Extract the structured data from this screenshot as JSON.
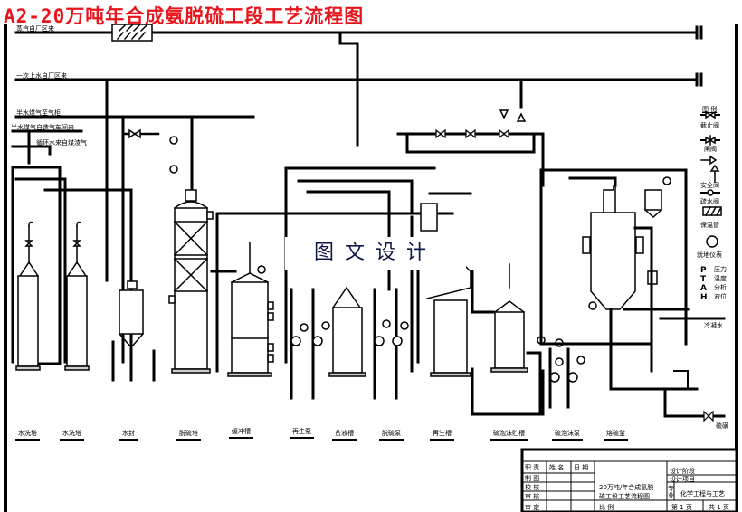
{
  "title": "A2-20万吨年合成氨脱硫工段工艺流程图",
  "colors": {
    "title": "#e8141c",
    "line": "#000000",
    "watermark": "#101848"
  },
  "pipes": {
    "top_1": "蒸汽自厂区来",
    "top_2": "一次上水自厂区来",
    "semi_water_gas_cabinet": "半水煤气至气柜",
    "semi_water_gas_workshop": "半水煤气自造气车间来",
    "circulating_water": "循环水来自煤渣气",
    "cooling_water": "冷凝水",
    "sulfur": "硫磺"
  },
  "equipment": [
    "水洗塔",
    "水洗塔",
    "水封",
    "脱硫塔",
    "缓冲槽",
    "再生泵",
    "贫液槽",
    "脱硫泵",
    "再生槽",
    "硫泡沫贮槽",
    "硫泡沫泵",
    "熔硫釜"
  ],
  "legend": {
    "heading": "图 例",
    "items": [
      "截止阀",
      "闸阀",
      "安全阀",
      "疏水阀",
      "保温管",
      "就地仪表"
    ],
    "instrument_codes": [
      {
        "code": "P",
        "label": "压力"
      },
      {
        "code": "T",
        "label": "温度"
      },
      {
        "code": "A",
        "label": "分析"
      },
      {
        "code": "H",
        "label": "液位"
      }
    ]
  },
  "watermark": "图文设计",
  "title_block": {
    "headers": [
      "职 责",
      "姓 名",
      "日 期"
    ],
    "roles": [
      "制 图",
      "校 核",
      "审 核",
      "审 定"
    ],
    "drawing_name": "20万吨/年合成氨脱硫工段工艺流程图",
    "drawing_name_line1": "20万吨/年合成氨脱",
    "drawing_name_line2": "硫工段工艺流程图",
    "design_stage": "设计阶段",
    "design_project": "设计项目",
    "specialty_label": "专业",
    "specialty": "化学工程与工艺",
    "scale_label": "比 例",
    "page": "第 1 页",
    "total": "共 1 页"
  }
}
